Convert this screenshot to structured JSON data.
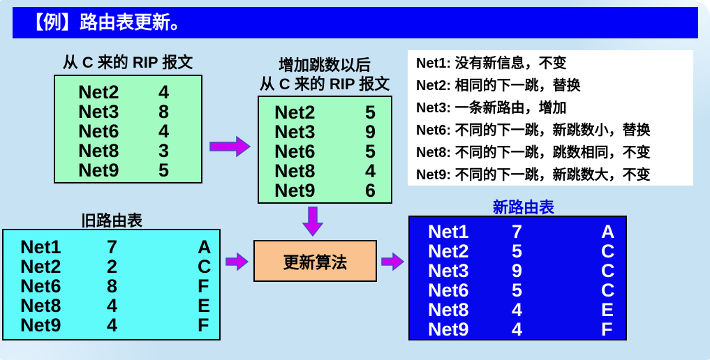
{
  "slide": {
    "title": "【例】路由表更新。"
  },
  "rip_from_c": {
    "title": "从 C 来的 RIP 报文",
    "rows": [
      {
        "net": "Net2",
        "hops": "4"
      },
      {
        "net": "Net3",
        "hops": "8"
      },
      {
        "net": "Net6",
        "hops": "4"
      },
      {
        "net": "Net8",
        "hops": "3"
      },
      {
        "net": "Net9",
        "hops": "5"
      }
    ]
  },
  "rip_after_increment": {
    "title_line1": "增加跳数以后",
    "title_line2": "从 C 来的 RIP 报文",
    "rows": [
      {
        "net": "Net2",
        "hops": "5"
      },
      {
        "net": "Net3",
        "hops": "9"
      },
      {
        "net": "Net6",
        "hops": "5"
      },
      {
        "net": "Net8",
        "hops": "4"
      },
      {
        "net": "Net9",
        "hops": "6"
      }
    ]
  },
  "notes": {
    "lines": [
      "Net1: 没有新信息，不变",
      "Net2: 相同的下一跳，替换",
      "Net3: 一条新路由，增加",
      "Net6: 不同的下一跳，新跳数小，替换",
      "Net8: 不同的下一跳，跳数相同，不变",
      "Net9: 不同的下一跳，新跳数大，不变"
    ]
  },
  "old_table": {
    "title": "旧路由表",
    "rows": [
      {
        "net": "Net1",
        "hops": "7",
        "next": "A"
      },
      {
        "net": "Net2",
        "hops": "2",
        "next": "C"
      },
      {
        "net": "Net6",
        "hops": "8",
        "next": "F"
      },
      {
        "net": "Net8",
        "hops": "4",
        "next": "E"
      },
      {
        "net": "Net9",
        "hops": "4",
        "next": "F"
      }
    ]
  },
  "algorithm": {
    "label": "更新算法"
  },
  "new_table": {
    "title": "新路由表",
    "rows": [
      {
        "net": "Net1",
        "hops": "7",
        "next": "A"
      },
      {
        "net": "Net2",
        "hops": "5",
        "next": "C"
      },
      {
        "net": "Net3",
        "hops": "9",
        "next": "C"
      },
      {
        "net": "Net6",
        "hops": "5",
        "next": "C"
      },
      {
        "net": "Net8",
        "hops": "4",
        "next": "E"
      },
      {
        "net": "Net9",
        "hops": "4",
        "next": "F"
      }
    ]
  },
  "colors": {
    "slide_bg": "#c7e2f3",
    "banner_bg": "#0000fa",
    "rip_table_bg": "#a2fcc2",
    "old_table_bg": "#5ffbfb",
    "new_table_bg": "#0707ec",
    "new_table_title_text": "#0000d8",
    "algorithm_bg": "#f9c28e",
    "arrow_fill": "#ce00f2",
    "arrow_stroke": "#4747c4"
  }
}
